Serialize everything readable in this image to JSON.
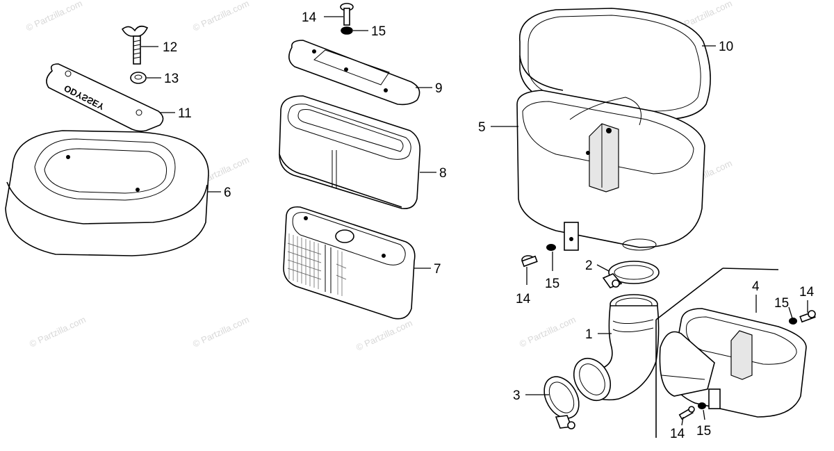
{
  "watermark": "© Partzilla.com",
  "cover_logo": "ODYSSEY",
  "callouts": {
    "p1": "1",
    "p2": "2",
    "p3": "3",
    "p4": "4",
    "p5": "5",
    "p6": "6",
    "p7": "7",
    "p8": "8",
    "p9": "9",
    "p10": "10",
    "p11": "11",
    "p12": "12",
    "p13": "13",
    "p14a": "14",
    "p15a": "15",
    "p14b": "14",
    "p15b": "15",
    "p14c": "14",
    "p15c": "15",
    "p14d": "14",
    "p15d": "15"
  }
}
